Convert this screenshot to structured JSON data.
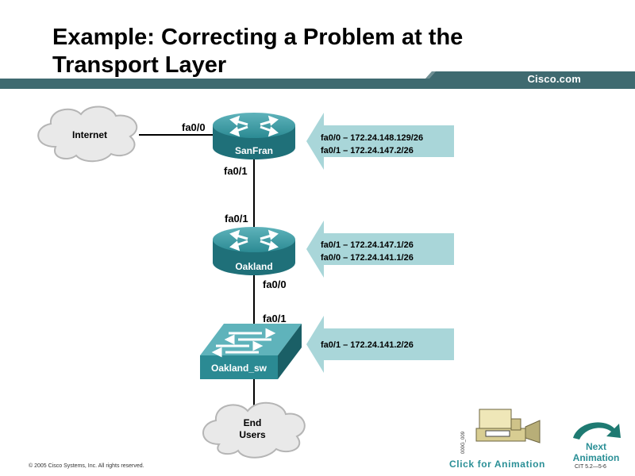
{
  "slide": {
    "title_line1": "Example: Correcting a Problem at the",
    "title_line2": "Transport Layer",
    "brand": "Cisco.com",
    "footer": "© 2005 Cisco Systems, Inc. All rights reserved.",
    "course_code": "CIT 5.2—5-6",
    "figure_id": "000G_009"
  },
  "diagram": {
    "clouds": {
      "internet": "Internet",
      "end_users_line1": "End",
      "end_users_line2": "Users"
    },
    "devices": {
      "sanfran": "SanFran",
      "oakland": "Oakland",
      "oakland_sw": "Oakland_sw"
    },
    "ports": {
      "sanfran_fa00": "fa0/0",
      "sanfran_fa01": "fa0/1",
      "oakland_fa01": "fa0/1",
      "oakland_fa00": "fa0/0",
      "switch_fa01": "fa0/1"
    },
    "callouts": {
      "sanfran_line1": "fa0/0 – 172.24.148.129/26",
      "sanfran_line2": "fa0/1  – 172.24.147.2/26",
      "oakland_line1": "fa0/1 – 172.24.147.1/26",
      "oakland_line2": "fa0/0  – 172.24.141.1/26",
      "switch_line1": "fa0/1 – 172.24.141.2/26"
    }
  },
  "controls": {
    "click_for_animation": "Click for Animation",
    "next_line1": "Next",
    "next_line2": "Animation"
  },
  "colors": {
    "bar": "#3f6a70",
    "device_teal": "#2b8a93",
    "device_dark": "#1e6d75",
    "callout": "#a9d6d9",
    "animation_text": "#2a8f96"
  }
}
